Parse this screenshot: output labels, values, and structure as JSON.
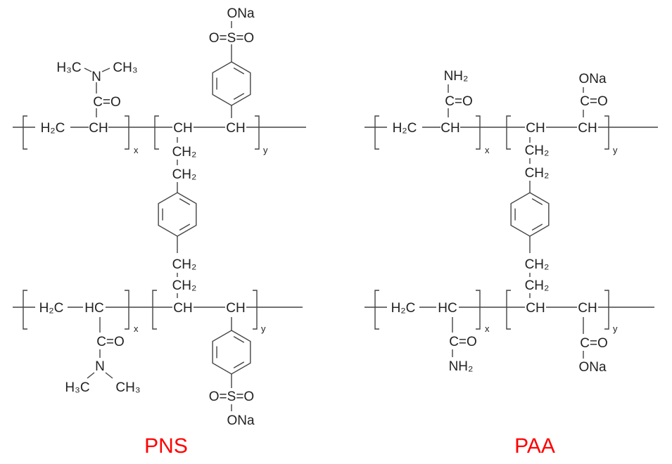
{
  "pns": {
    "title": "PNS",
    "top_chain": {
      "h2c": "H₂C",
      "ch1": "CH",
      "ch2": "CH",
      "ch3": "CH",
      "sub_x": "x",
      "sub_y": "y"
    },
    "top_amide": {
      "co": "C=O",
      "n": "N",
      "ch3_left": "H₃C",
      "ch3_right": "CH₃"
    },
    "top_sulfonate": {
      "so2": "O=S=O",
      "ona": "ONa"
    },
    "linker": {
      "ch2_1": "CH₂",
      "ch2_2": "CH₂",
      "ch2_3": "CH₂",
      "ch2_4": "CH₂"
    },
    "bottom_chain": {
      "h2c": "H₂C",
      "hc": "HC",
      "ch1": "CH",
      "ch2": "CH",
      "sub_x": "x",
      "sub_y": "y"
    },
    "bottom_amide": {
      "co": "C=O",
      "n": "N",
      "ch3_left": "H₃C",
      "ch3_right": "CH₃"
    },
    "bottom_sulfonate": {
      "so2": "O=S=O",
      "ona": "ONa"
    }
  },
  "paa": {
    "title": "PAA",
    "top_chain": {
      "h2c": "H₂C",
      "ch1": "CH",
      "ch2": "CH",
      "ch3": "CH",
      "sub_x": "x",
      "sub_y": "y"
    },
    "top_amide": {
      "co": "C=O",
      "nh2": "NH₂"
    },
    "top_carboxylate": {
      "co": "C=O",
      "ona": "ONa"
    },
    "linker": {
      "ch2_1": "CH₂",
      "ch2_2": "CH₂",
      "ch2_3": "CH₂",
      "ch2_4": "CH₂"
    },
    "bottom_chain": {
      "h2c": "H₂C",
      "hc": "HC",
      "ch1": "CH",
      "ch2": "CH",
      "sub_x": "x",
      "sub_y": "y"
    },
    "bottom_amide": {
      "co": "C=O",
      "nh2": "NH₂"
    },
    "bottom_carboxylate": {
      "co": "C=O",
      "ona": "ONa"
    }
  }
}
